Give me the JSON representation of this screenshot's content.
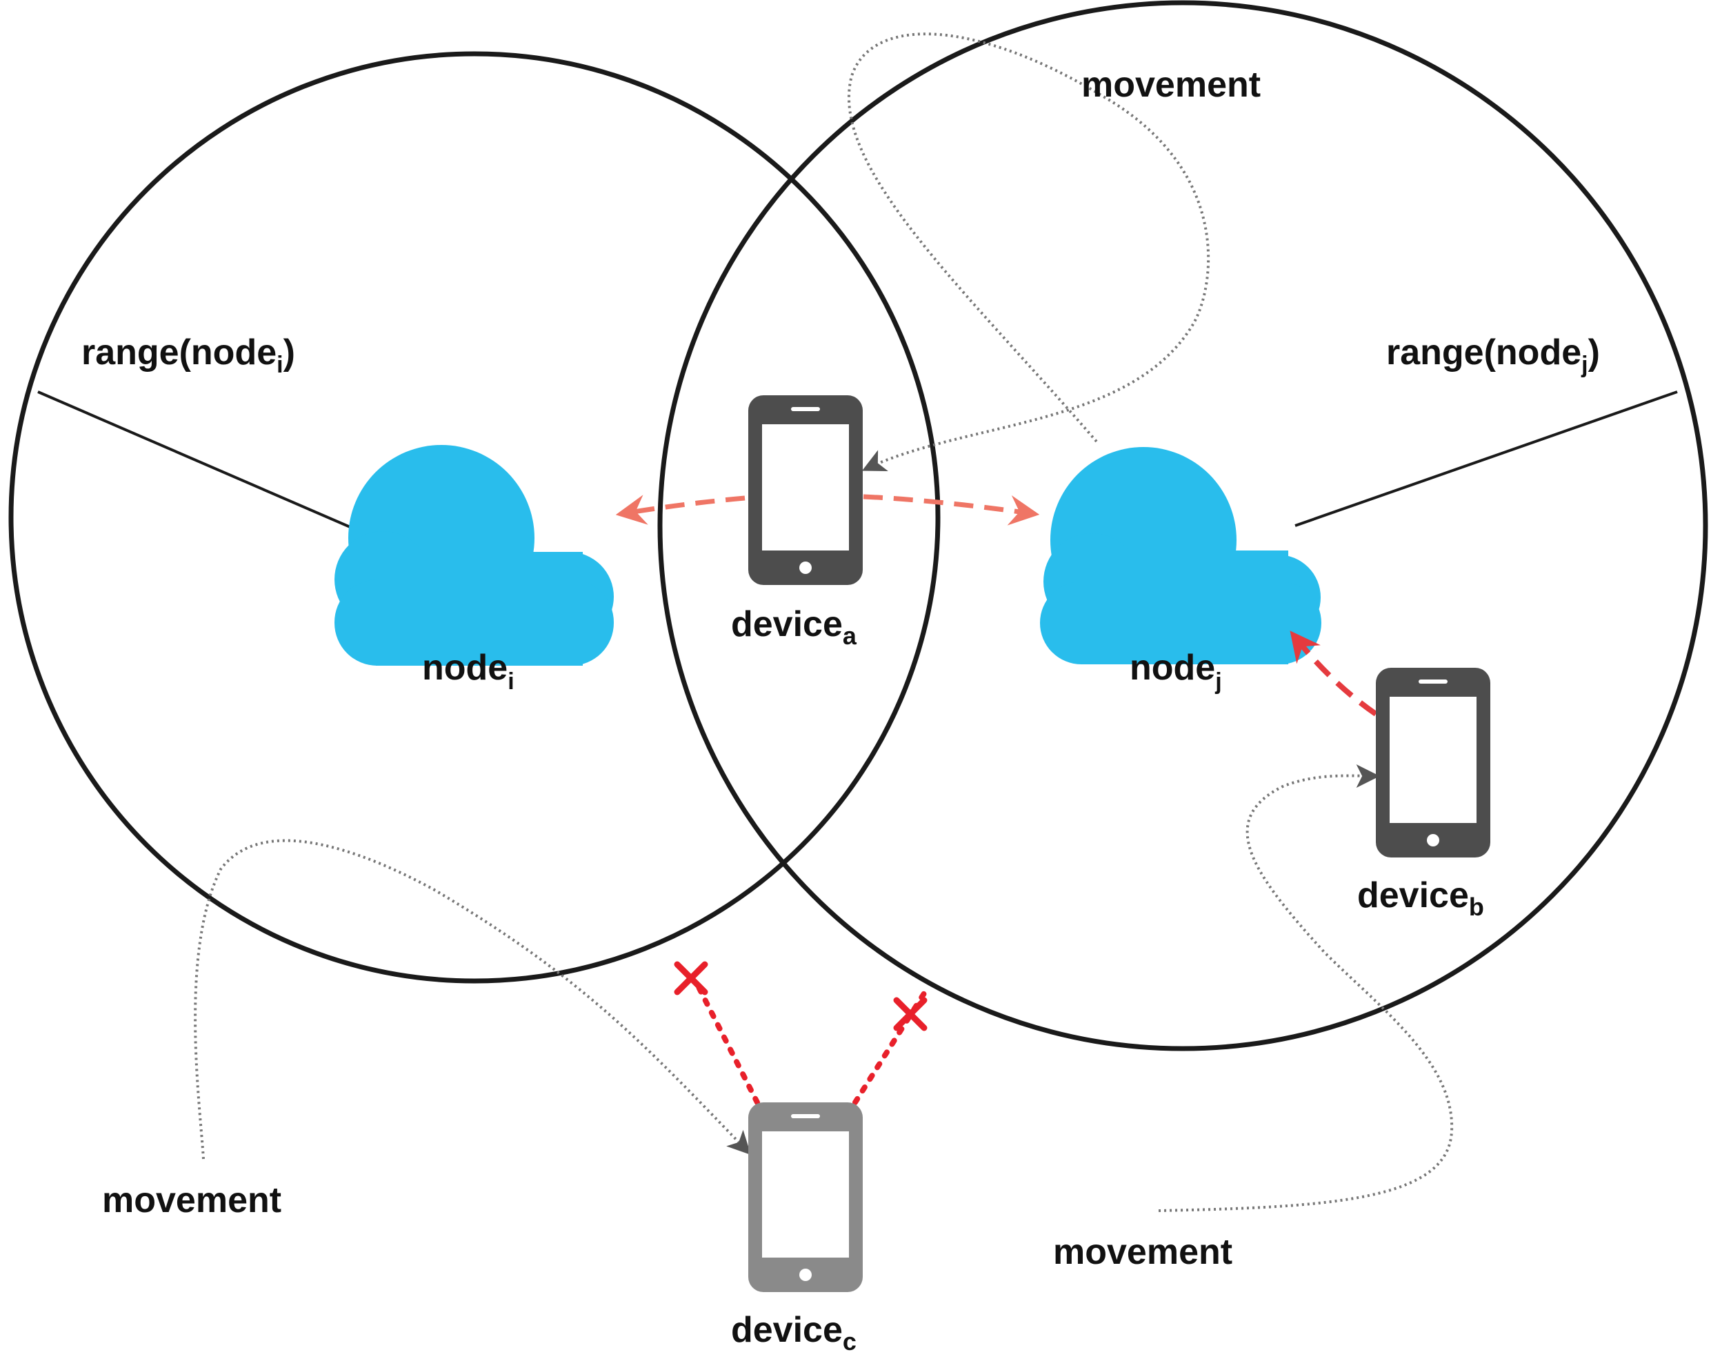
{
  "labels": {
    "range_i_base": "range(node",
    "range_i_sub": "i",
    "range_i_close": ")",
    "range_j_base": "range(node",
    "range_j_sub": "j",
    "range_j_close": ")",
    "node_i_base": "node",
    "node_i_sub": "i",
    "node_j_base": "node",
    "node_j_sub": "j",
    "device_a_base": "device",
    "device_a_sub": "a",
    "device_b_base": "device",
    "device_b_sub": "b",
    "device_c_base": "device",
    "device_c_sub": "c",
    "movement_top": "movement",
    "movement_bottom_left": "movement",
    "movement_bottom_right": "movement"
  },
  "icons": {
    "node_i": "cloud-icon",
    "node_j": "cloud-icon",
    "device_a": "smartphone-icon",
    "device_b": "smartphone-icon",
    "device_c": "smartphone-icon",
    "blocked_marker": "x-mark-icon"
  },
  "colors": {
    "cloud": "#29bdec",
    "device_active": "#4d4d4d",
    "device_inactive": "#8a8a8a",
    "link_a": "#ef7565",
    "link_b": "#e53a3e",
    "blocked": "#e8202a",
    "movement_path": "#777777",
    "range_circle": "#1a1a1a"
  }
}
